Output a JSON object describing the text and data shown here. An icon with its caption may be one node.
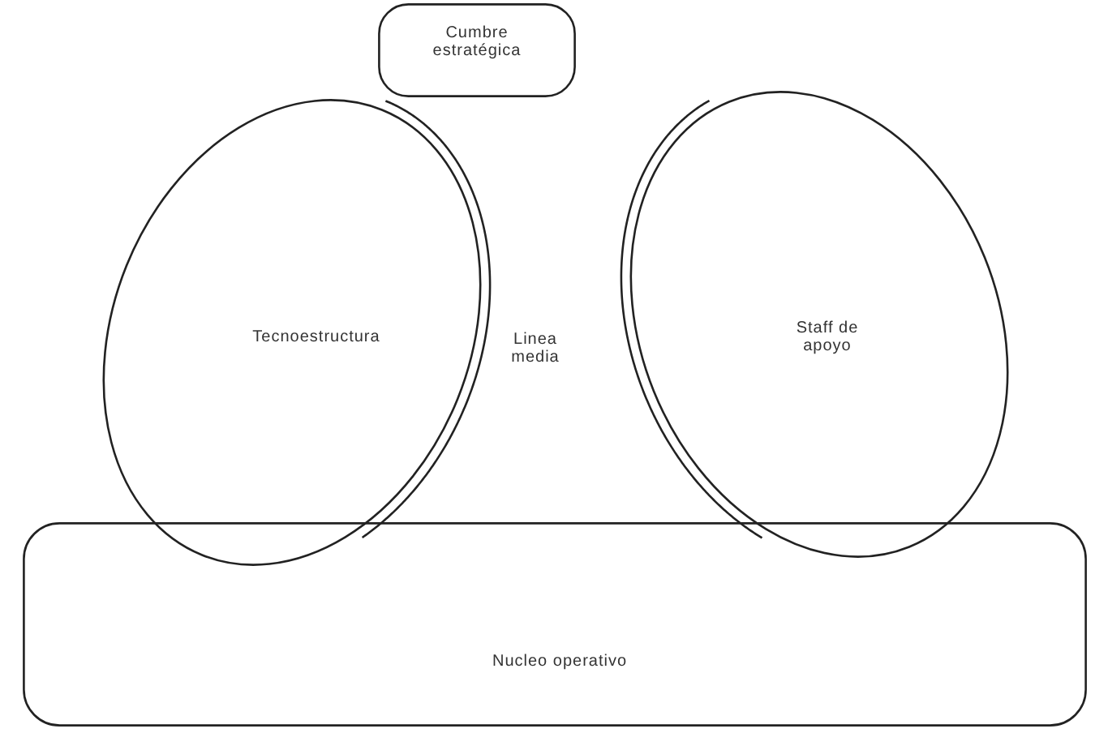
{
  "diagram": {
    "nodes": [
      {
        "text": [
          "Cumbre estratégica"
        ]
      },
      {
        "text": [
          "Tecnoestructura"
        ]
      },
      {
        "text": [
          "Linea media"
        ]
      },
      {
        "text": [
          "Staff de apoyo"
        ]
      },
      {
        "text": [
          "Nucleo operativo"
        ]
      }
    ],
    "edges": []
  }
}
